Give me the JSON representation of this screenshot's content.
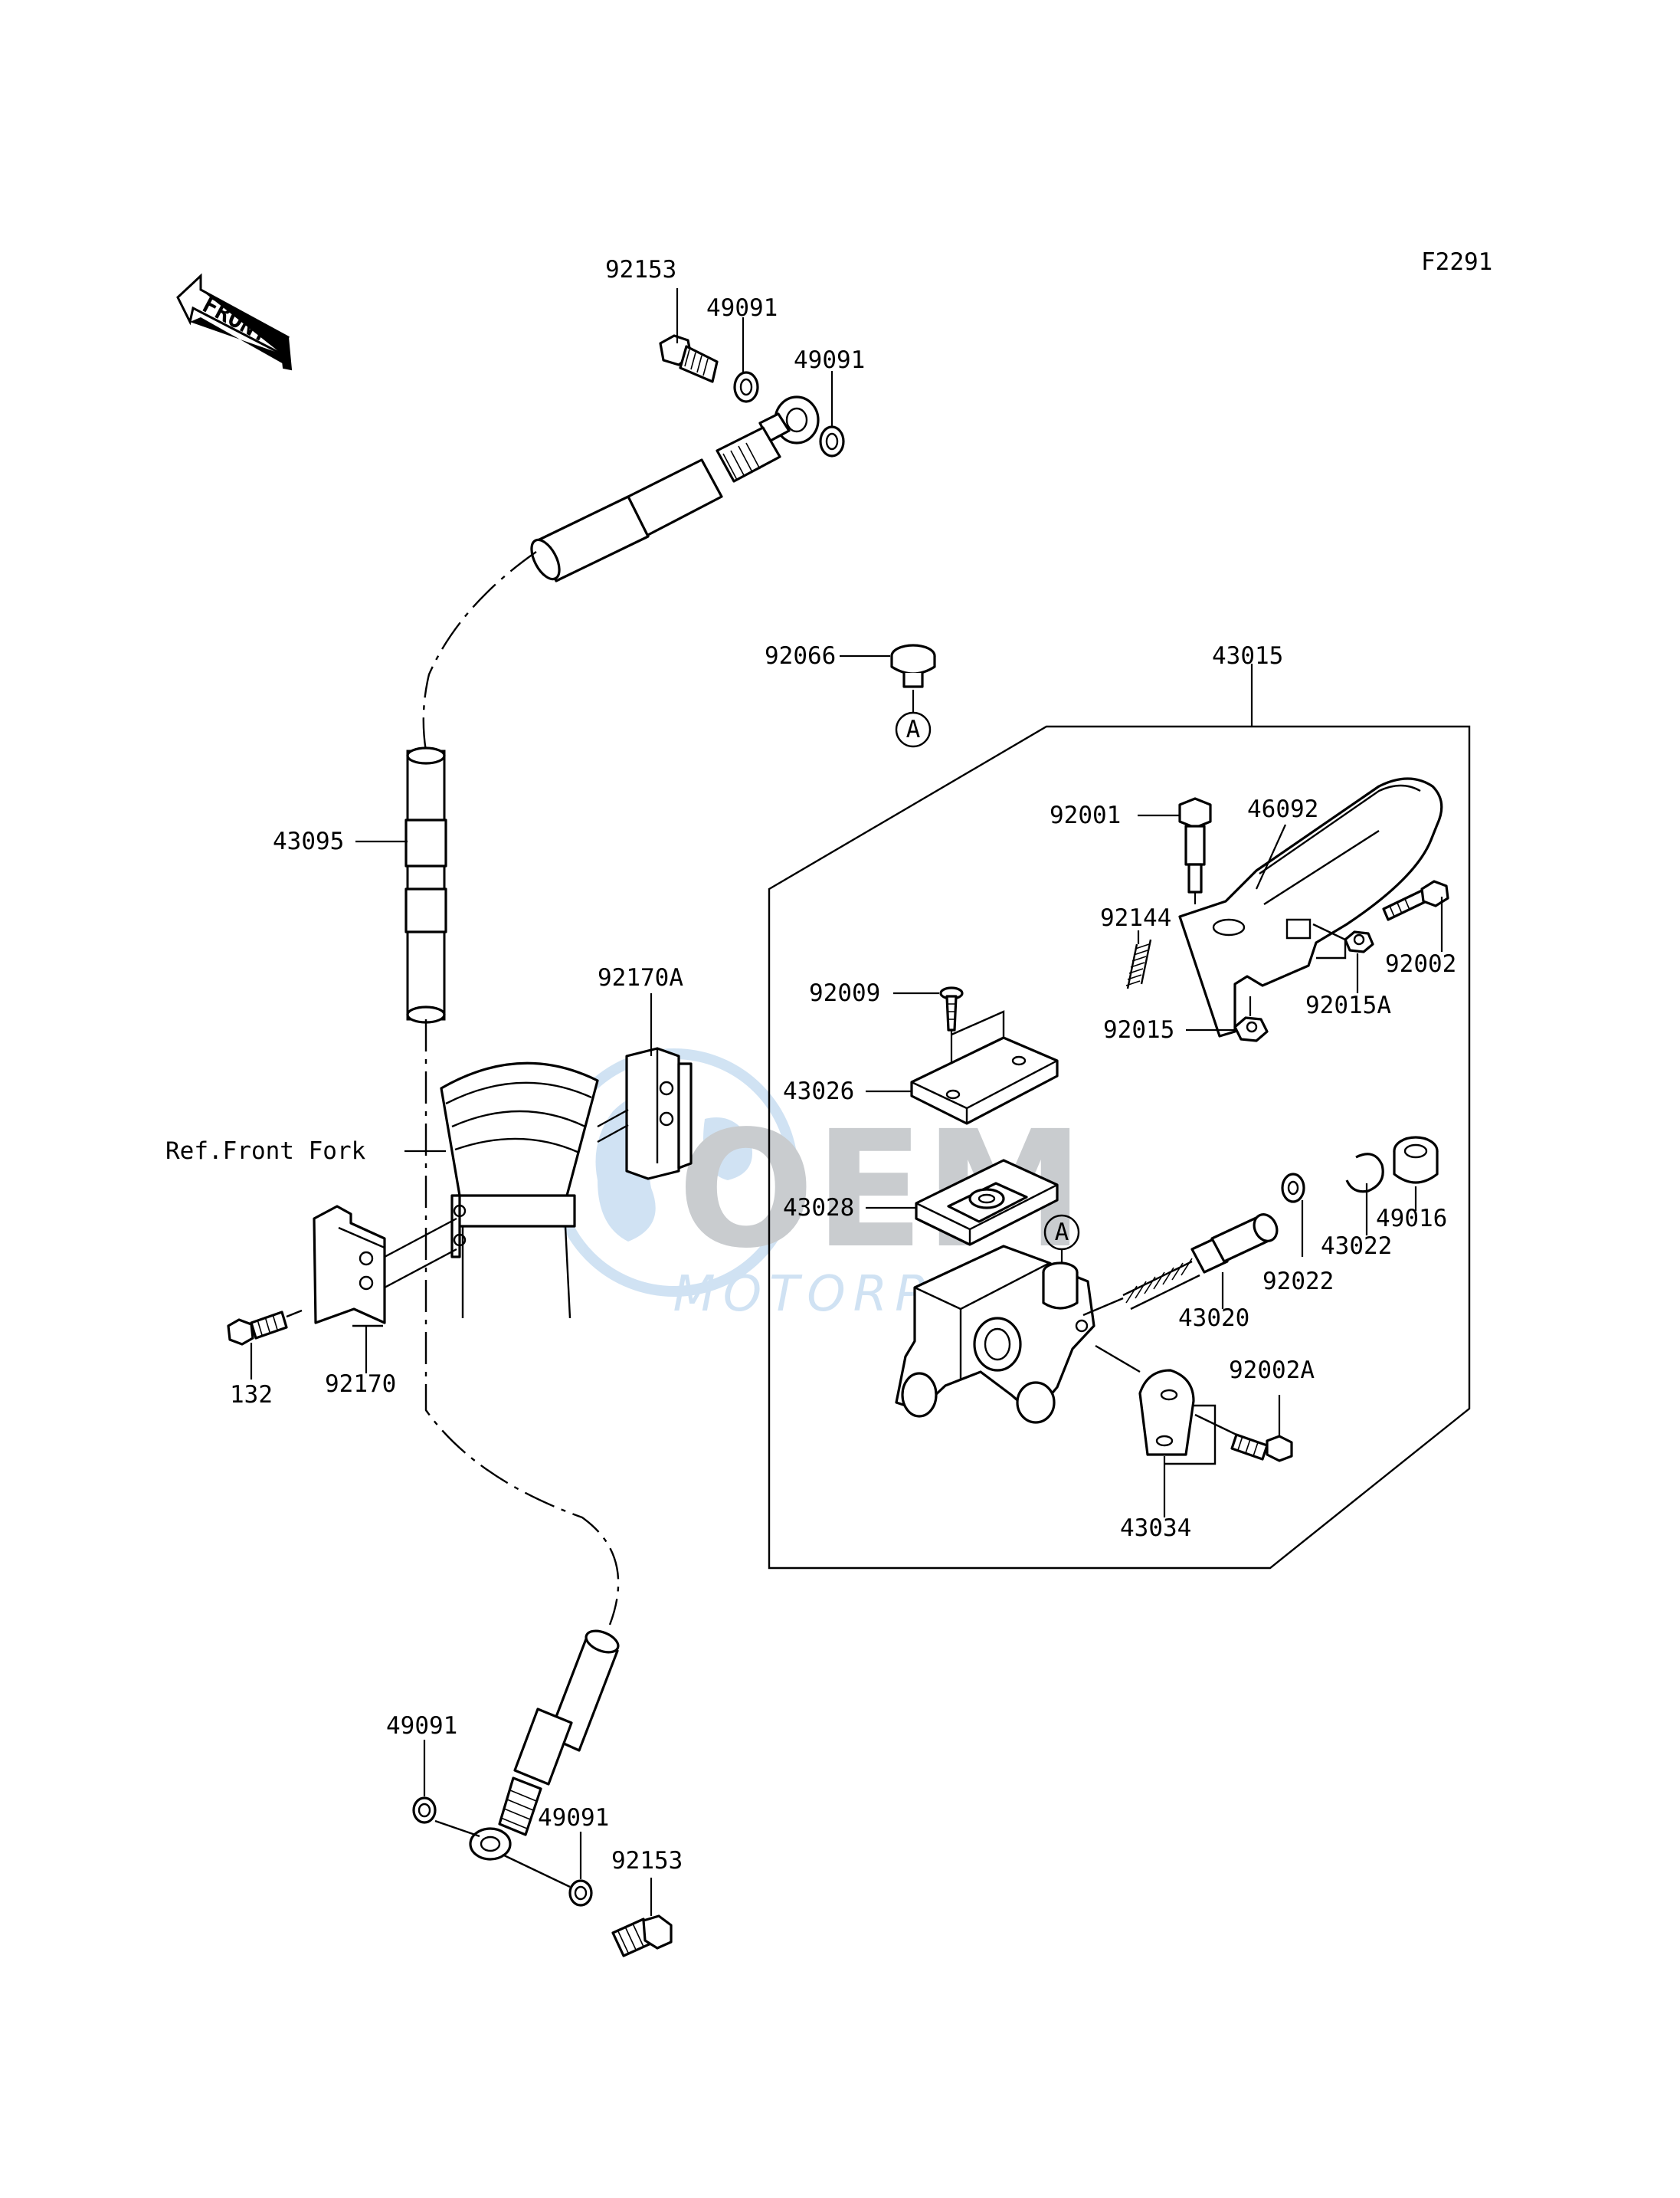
{
  "figure_code": "F2291",
  "front_label": "FRONT",
  "ref_label": "Ref.Front Fork",
  "watermark": {
    "brand": "OEM",
    "sub": "MOTORPARTS",
    "color": "#5b9bd5"
  },
  "callout_marker": "A",
  "parts": {
    "p92153_top": "92153",
    "p49091_a": "49091",
    "p49091_b": "49091",
    "p92066": "92066",
    "p43015": "43015",
    "p43095": "43095",
    "p92001": "92001",
    "p46092": "46092",
    "p92144": "92144",
    "p92002": "92002",
    "p92015A": "92015A",
    "p92015": "92015",
    "p92009": "92009",
    "p92170A": "92170A",
    "p43026": "43026",
    "p43028": "43028",
    "p49016": "49016",
    "p43022": "43022",
    "p92022": "92022",
    "p43020": "43020",
    "p92002A": "92002A",
    "p43034": "43034",
    "p132": "132",
    "p92170": "92170",
    "p49091_c": "49091",
    "p49091_d": "49091",
    "p92153_bottom": "92153"
  }
}
